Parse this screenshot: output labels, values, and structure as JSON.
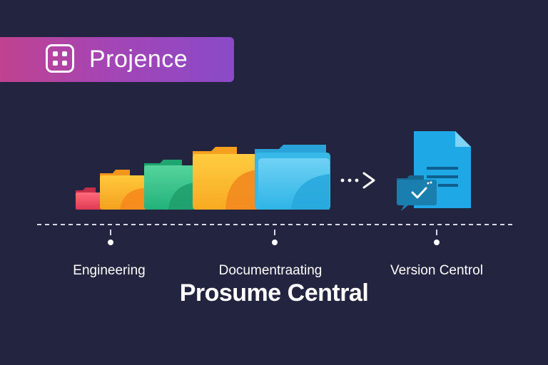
{
  "header": {
    "brand_name": "Projence"
  },
  "icons": {
    "logo": "app-grid-icon",
    "folders": "folder-icon",
    "arrow": "dotted-arrow-right-icon",
    "document": "document-icon",
    "version": "checked-folder-icon"
  },
  "timeline": {
    "stages": [
      {
        "label": "Engineering"
      },
      {
        "label": "Documentraating"
      },
      {
        "label": "Version Centrol"
      }
    ]
  },
  "title": "Prosume Central",
  "colors": {
    "background": "#23243f",
    "banner_start": "#c0428f",
    "banner_end": "#8a4ac8",
    "folder_red": "#e8475f",
    "folder_orange": "#f59a1f",
    "folder_green": "#2fbf85",
    "folder_yellow": "#f7b52a",
    "folder_blue": "#38b8e8",
    "doc_blue": "#2aa7e6"
  }
}
